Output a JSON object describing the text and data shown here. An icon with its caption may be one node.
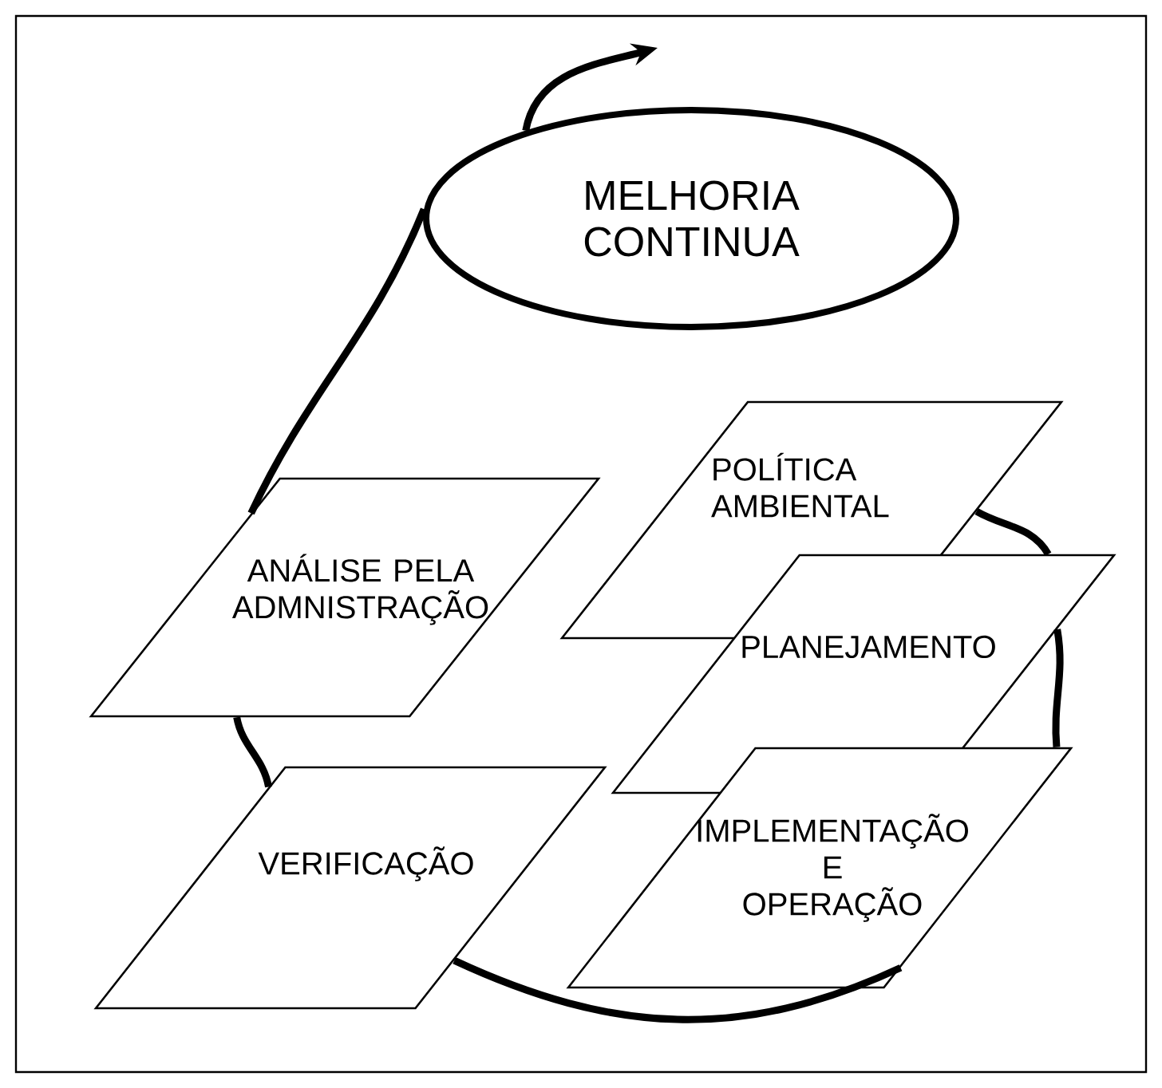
{
  "diagram": {
    "nodes": [
      {
        "text": [
          "MELHORIA CONTINUA"
        ]
      },
      {
        "text": [
          "POLÍTICA AMBIENTAL"
        ]
      },
      {
        "text": [
          "ANÁLISE PELA ADMNISTRAÇÃO"
        ]
      },
      {
        "text": [
          "PLANEJAMENTO"
        ]
      },
      {
        "text": [
          "IMPLEMENTAÇÃO E OPERAÇÃO"
        ]
      },
      {
        "text": [
          "VERIFICAÇÃO"
        ]
      }
    ],
    "edges": [
      {
        "from": 1,
        "to": 3,
        "arrow": "none"
      },
      {
        "from": 3,
        "to": 4,
        "arrow": "none"
      },
      {
        "from": 4,
        "to": 5,
        "arrow": "none"
      },
      {
        "from": 5,
        "to": 2,
        "arrow": "none"
      },
      {
        "from": 2,
        "to": 0,
        "arrow": "none"
      },
      {
        "from": 0,
        "to": null,
        "arrow": "to"
      }
    ]
  }
}
